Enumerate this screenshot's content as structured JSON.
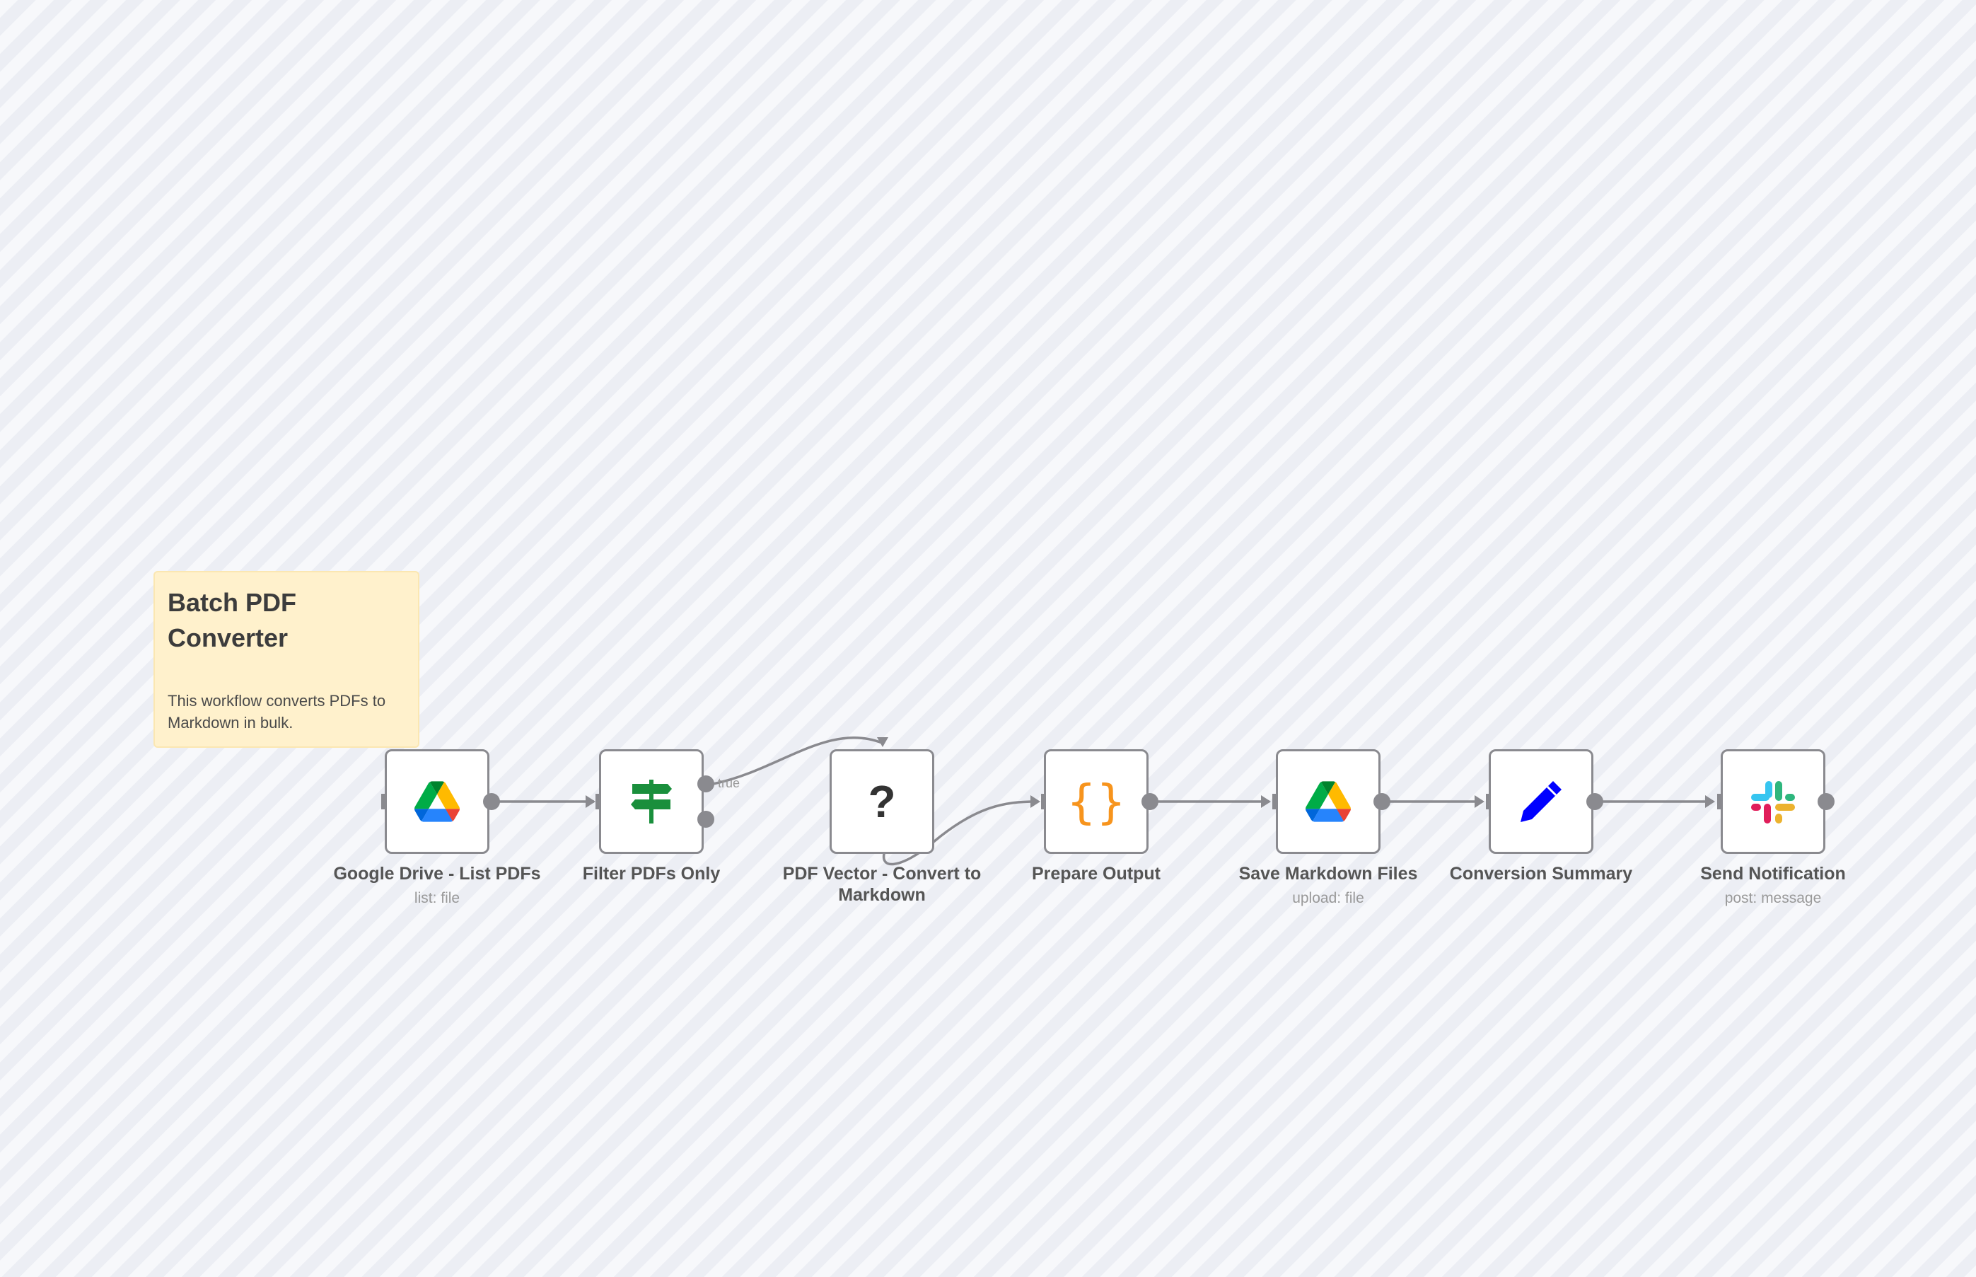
{
  "sticky_note": {
    "title": "Batch PDF Converter",
    "body": "This workflow converts PDFs to Markdown in bulk."
  },
  "nodes": [
    {
      "name": "Google Drive - List PDFs",
      "subtitle": "list: file",
      "icon": "google-drive-icon"
    },
    {
      "name": "Filter PDFs Only",
      "subtitle": "",
      "icon": "signpost-icon"
    },
    {
      "name": "PDF Vector - Convert to Markdown",
      "subtitle": "",
      "icon": "question-mark-icon"
    },
    {
      "name": "Prepare Output",
      "subtitle": "",
      "icon": "code-braces-icon"
    },
    {
      "name": "Save Markdown Files",
      "subtitle": "upload: file",
      "icon": "google-drive-icon"
    },
    {
      "name": "Conversion Summary",
      "subtitle": "",
      "icon": "pencil-icon"
    },
    {
      "name": "Send Notification",
      "subtitle": "post: message",
      "icon": "slack-icon"
    }
  ],
  "edge_labels": {
    "filter_true": "true"
  },
  "colors": {
    "edge": "#8a8a8f",
    "sticky": "#fff1cc",
    "braces": "#f7941d",
    "pencil": "#0000ff",
    "filter": "#1a8f3c"
  }
}
